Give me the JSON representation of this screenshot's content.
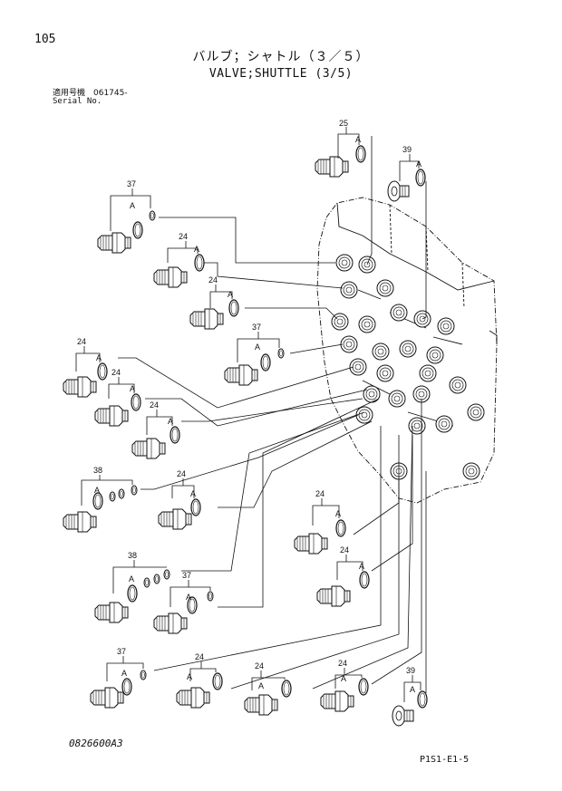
{
  "page": {
    "number": "105",
    "title_jp": "バルブ；シャトル（３／５）",
    "title_en": "VALVE;SHUTTLE (3/5)",
    "serial_label_jp": "適用号機　061745-",
    "serial_label_en": "Serial No.",
    "drawing_number": "0826600A3",
    "page_code": "P1S1-E1-5"
  },
  "callouts": [
    {
      "part": "25",
      "sub": "A"
    },
    {
      "part": "39",
      "sub": "A"
    },
    {
      "part": "37",
      "sub": "A"
    },
    {
      "part": "24",
      "sub": "A"
    },
    {
      "part": "24",
      "sub": "A"
    },
    {
      "part": "37",
      "sub": "A"
    },
    {
      "part": "24",
      "sub": "A"
    },
    {
      "part": "24",
      "sub": "A"
    },
    {
      "part": "24",
      "sub": "A"
    },
    {
      "part": "38",
      "sub": "A"
    },
    {
      "part": "24",
      "sub": "A"
    },
    {
      "part": "24",
      "sub": "A"
    },
    {
      "part": "24",
      "sub": "A"
    },
    {
      "part": "38",
      "sub": "A"
    },
    {
      "part": "37",
      "sub": "A"
    },
    {
      "part": "37",
      "sub": "A"
    },
    {
      "part": "24",
      "sub": "A"
    },
    {
      "part": "24",
      "sub": "A"
    },
    {
      "part": "24",
      "sub": "A"
    },
    {
      "part": "39",
      "sub": "A"
    }
  ]
}
